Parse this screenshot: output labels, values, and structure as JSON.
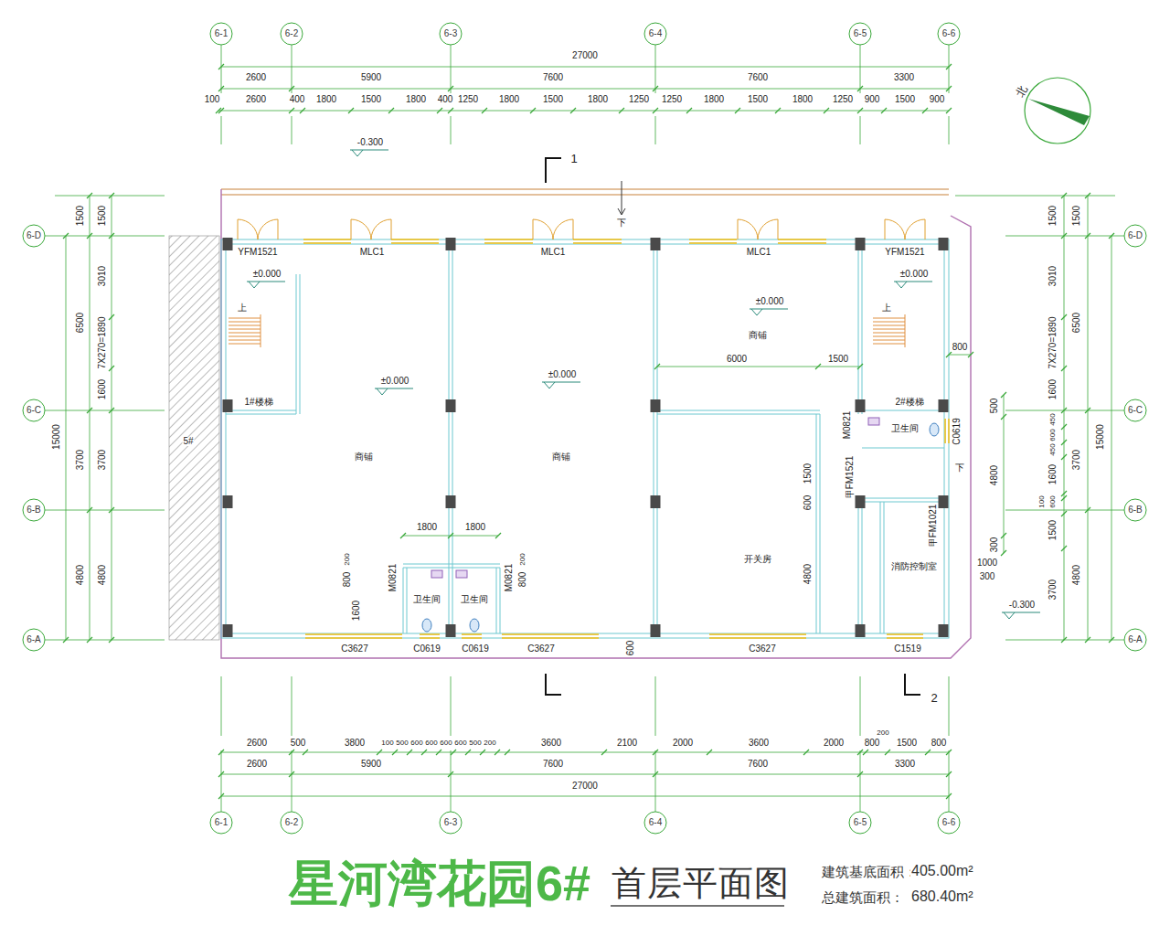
{
  "diagram": {
    "title": "星河湾花园6#",
    "nodes": [
      {
        "text": [
          "1#楼梯"
        ]
      },
      {
        "text": [
          "商铺"
        ]
      },
      {
        "text": [
          "商铺"
        ]
      },
      {
        "text": [
          "商铺"
        ]
      },
      {
        "text": [
          "2#楼梯"
        ]
      },
      {
        "text": [
          "卫生间"
        ]
      },
      {
        "text": [
          "卫生间"
        ]
      },
      {
        "text": [
          "卫生间"
        ]
      },
      {
        "text": [
          "开关房"
        ]
      },
      {
        "text": [
          "消防控制室"
        ]
      }
    ],
    "labels": [
      "6-1",
      "6-2",
      "6-3",
      "6-4",
      "6-5",
      "6-6",
      "6-1",
      "6-2",
      "6-3",
      "6-4",
      "6-5",
      "6-6",
      "6-D",
      "6-C",
      "6-B",
      "6-A",
      "6-D",
      "6-C",
      "6-B",
      "6-A",
      "27000",
      "2600",
      "5900",
      "7600",
      "7600",
      "3300",
      "100",
      "2600",
      "400",
      "1800",
      "1500",
      "1800",
      "400",
      "1250",
      "1800",
      "1500",
      "1800",
      "1250",
      "1250",
      "1800",
      "1500",
      "1800",
      "1250",
      "900",
      "1500",
      "900",
      "-0.300",
      "北",
      "1",
      "下",
      "YFM1521",
      "MLC1",
      "MLC1",
      "MLC1",
      "YFM1521",
      "±0.000",
      "±0.000",
      "±0.000",
      "±0.000",
      "±0.000",
      "上",
      "上",
      "6000",
      "1500",
      "800",
      "500",
      "4800",
      "300",
      "1000",
      "300",
      "-0.300",
      "1500",
      "600",
      "4800",
      "1800",
      "1800",
      "200",
      "800",
      "1600",
      "200",
      "800",
      "M0821",
      "M0821",
      "M0821",
      "甲FM1521",
      "甲FM1021",
      "C0619",
      "下",
      "C3627",
      "C0619",
      "C0619",
      "C3627",
      "C3627",
      "C1519",
      "600",
      "5#",
      "2",
      "2600",
      "500",
      "3800",
      "100",
      "500",
      "600",
      "600",
      "600",
      "600",
      "500",
      "200",
      "3600",
      "2100",
      "2000",
      "3600",
      "2000",
      "200",
      "800",
      "1500",
      "800",
      "2600",
      "5900",
      "7600",
      "7600",
      "3300",
      "27000",
      "1500",
      "6500",
      "3700",
      "4800",
      "15000",
      "1500",
      "3010",
      "7X270=1890",
      "1600",
      "3700",
      "4800",
      "1500",
      "3010",
      "7X270=1890",
      "1600",
      "450",
      "600",
      "450",
      "1600",
      "100",
      "600",
      "1500",
      "3700",
      "1500",
      "6500",
      "3700",
      "4800",
      "15000",
      "首层平面图",
      "建筑基底面积：",
      "405.00m²",
      "总建筑面积：",
      "680.40m²"
    ]
  }
}
